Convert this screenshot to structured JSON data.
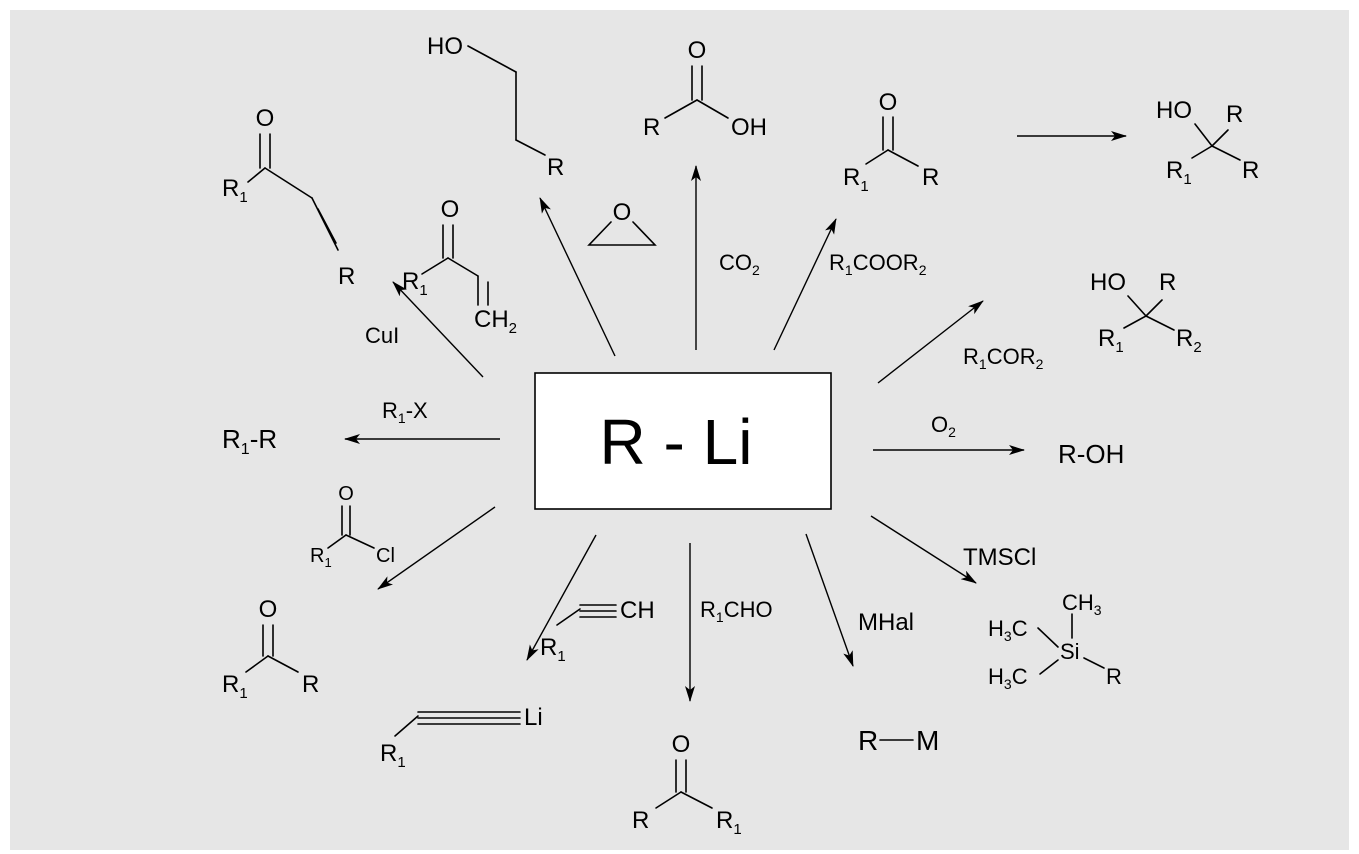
{
  "colors": {
    "background": "#e6e6e6",
    "box_fill": "#ffffff",
    "ink": "#000000"
  },
  "center": {
    "label": "R - Li"
  },
  "reagents": {
    "cui": "CuI",
    "r1x": {
      "main": "R",
      "sub": "1",
      "tail": "-X"
    },
    "co2": {
      "main": "CO",
      "sub": "2"
    },
    "r1coor2": {
      "a": "R",
      "s1": "1",
      "b": "COOR",
      "s2": "2"
    },
    "r1cor2": {
      "a": "R",
      "s1": "1",
      "b": "COR",
      "s2": "2"
    },
    "o2": {
      "main": "O",
      "sub": "2"
    },
    "tmscl": "TMSCl",
    "mhal": "MHal",
    "r1cho": {
      "a": "R",
      "s1": "1",
      "b": "CHO"
    }
  },
  "atoms": {
    "O": "O",
    "R": "R",
    "HO": "HO",
    "OH": "OH",
    "Cl": "Cl",
    "CH": "CH",
    "CH2": "CH",
    "two": "2",
    "R1": "R",
    "one": "1",
    "R2": "R",
    "Li": "Li",
    "Si": "Si",
    "H3C": "H",
    "three": "3",
    "C": "C",
    "M": "M"
  },
  "products": {
    "r1r": {
      "a": "R",
      "s1": "1",
      "b": "-R"
    },
    "roh": "R-OH",
    "rm": {
      "a": "R",
      "b": "M"
    }
  }
}
